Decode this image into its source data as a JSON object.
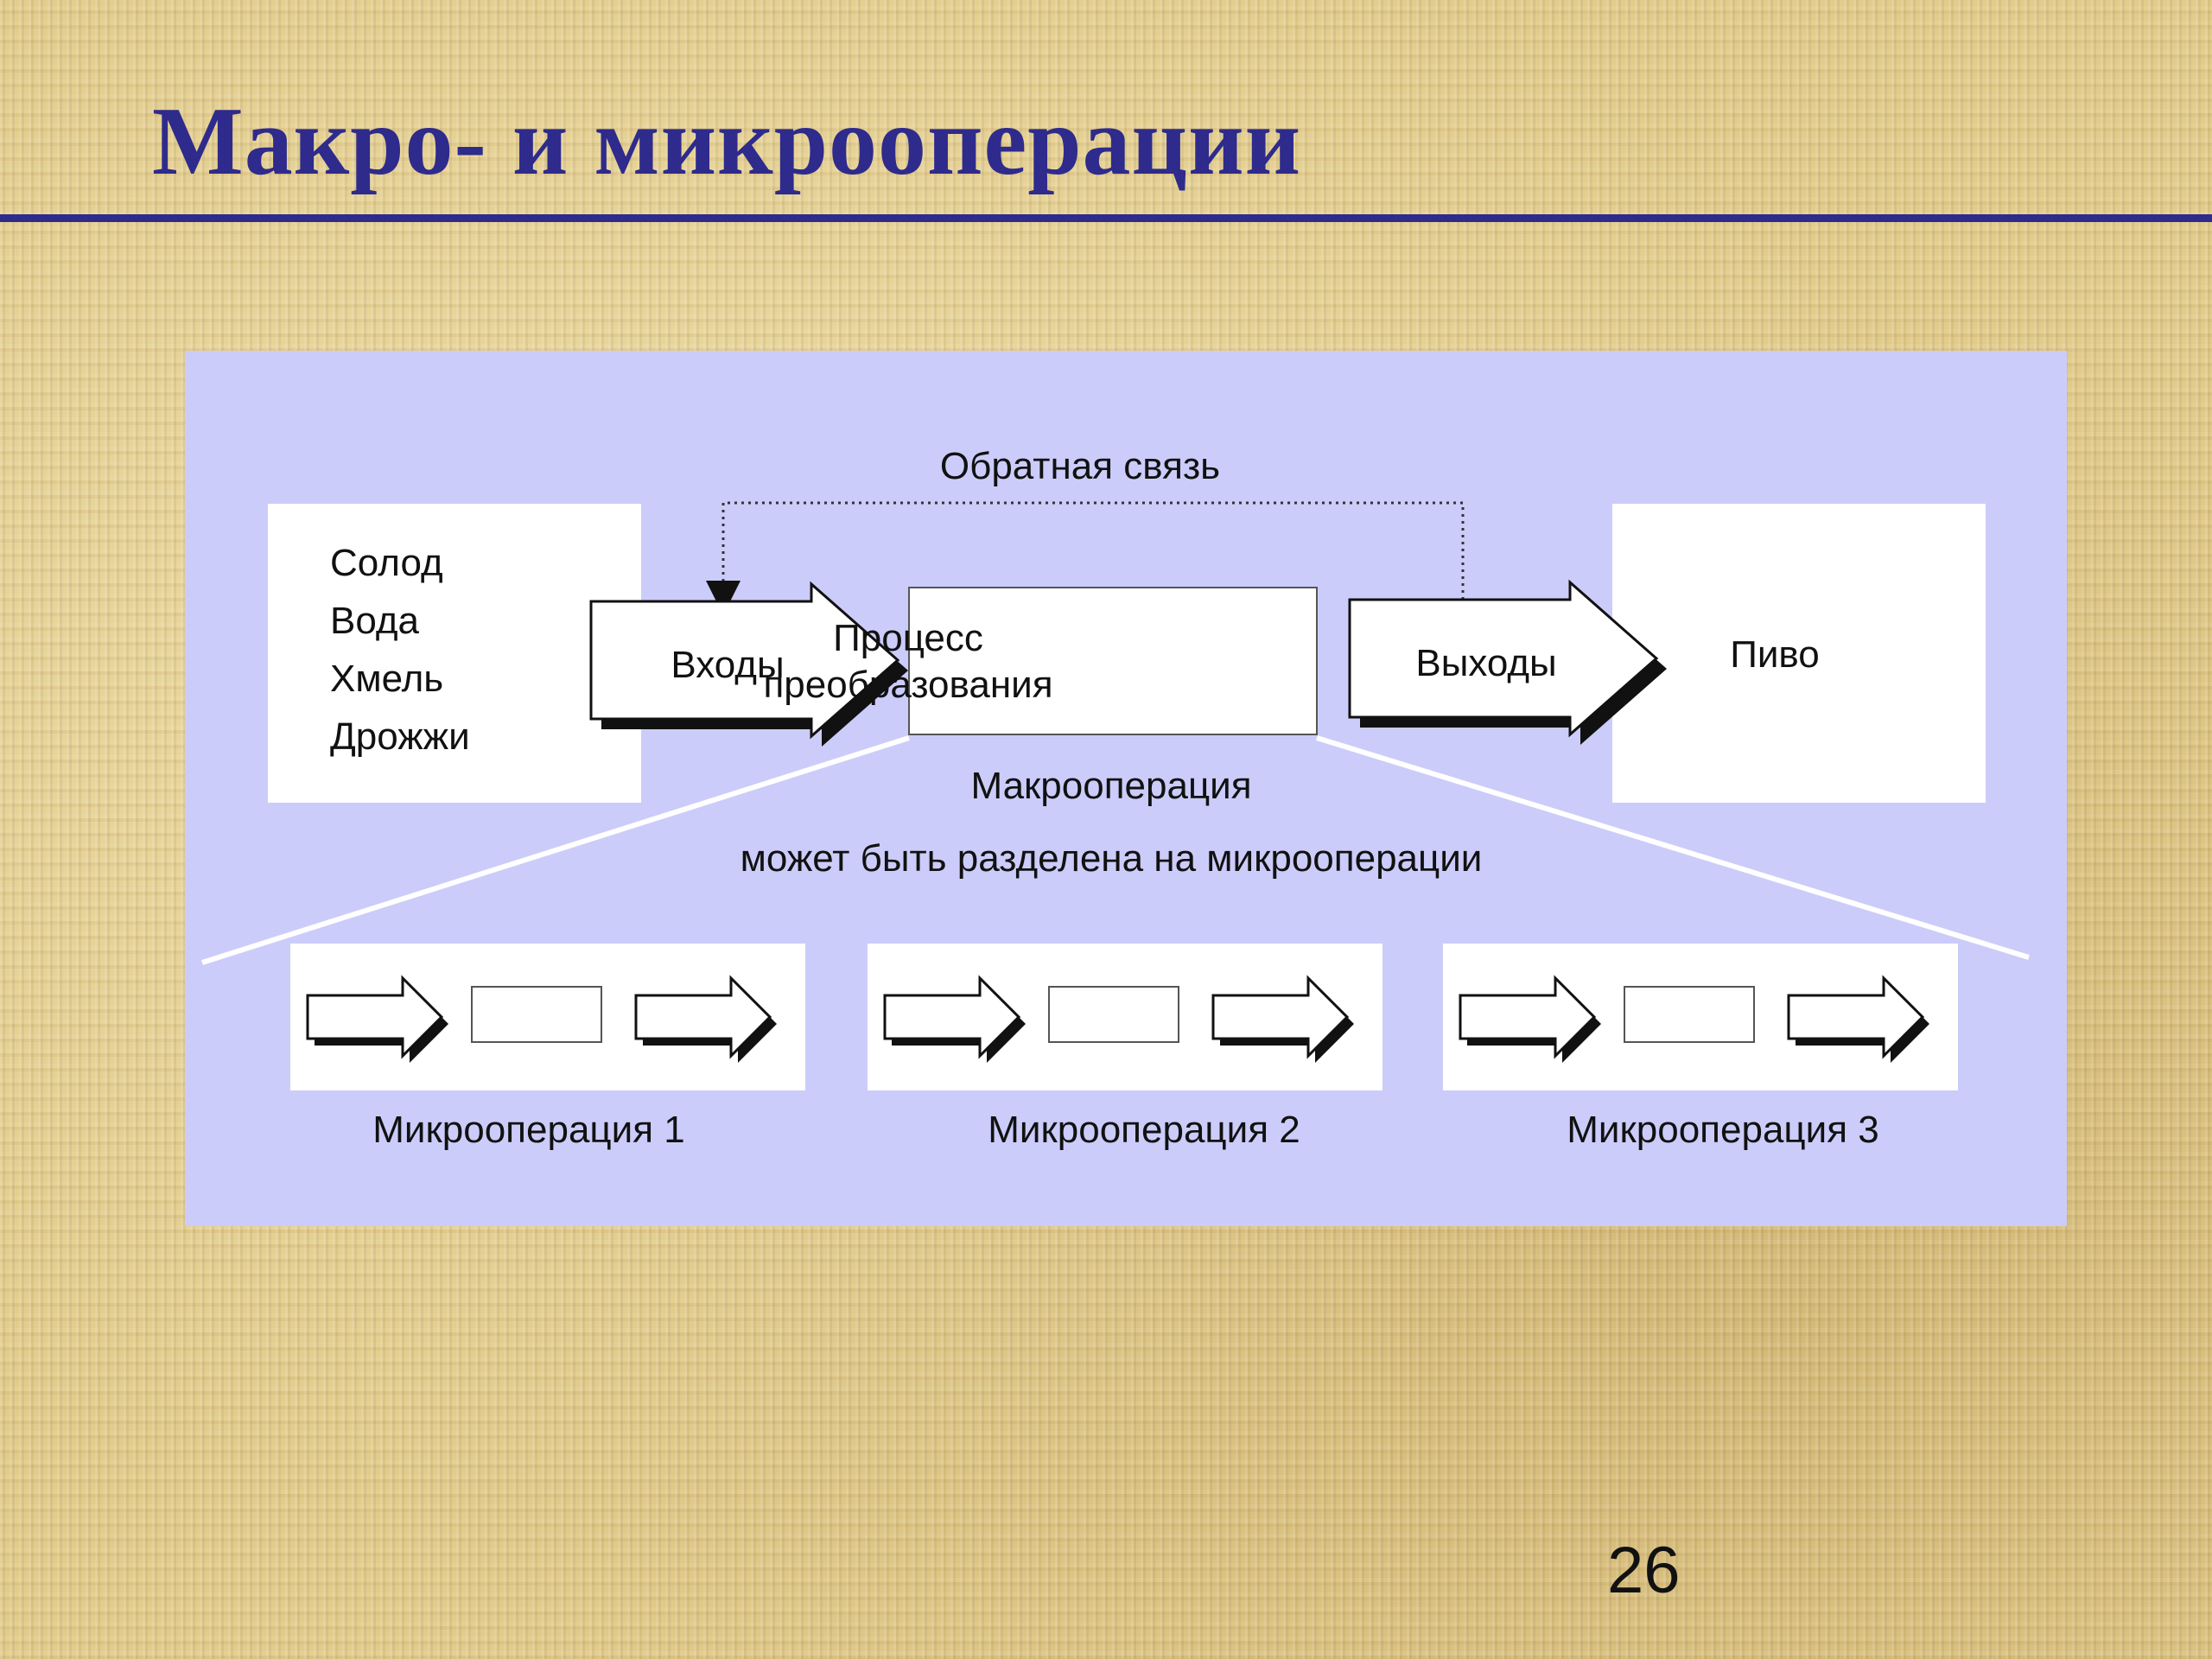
{
  "slide": {
    "title": "Макро- и микрооперации",
    "page_number": "26"
  },
  "diagram": {
    "feedback_label": "Обратная связь",
    "inputs": [
      "Солод",
      "Вода",
      "Хмель",
      "Дрожжи"
    ],
    "inputs_arrow_label": "Входы",
    "process_label": "Процесс преобразования",
    "outputs_arrow_label": "Выходы",
    "output": "Пиво",
    "macro_label": "Макрооперация",
    "split_label": "может быть разделена на микрооперации",
    "micro_operations": [
      "Микрооперация 1",
      "Микрооперация 2",
      "Микрооперация 3"
    ]
  },
  "colors": {
    "title": "#2e2b8c",
    "panel": "#ccccfb",
    "background": "#e2cc8c"
  }
}
